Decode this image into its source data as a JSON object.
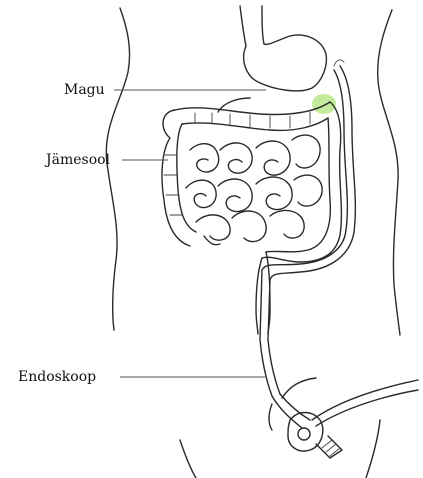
{
  "labels": {
    "stomach": "Magu",
    "colon": "Jämesool",
    "endoscope": "Endoskoop"
  },
  "colors": {
    "line": "#2a2a2a",
    "highlight": "#b8e88a",
    "background": "#ffffff"
  }
}
